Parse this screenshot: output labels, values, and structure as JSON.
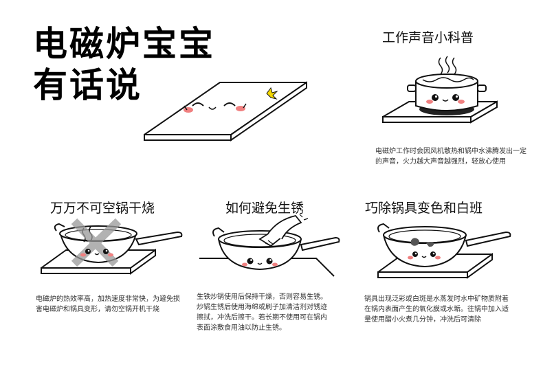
{
  "title": {
    "line1": "电磁炉宝宝",
    "line2": "有话说"
  },
  "sections": {
    "noise": {
      "title": "工作声音小科普",
      "text": "电磁炉工作时会因风机散热和锅中水沸腾发出一定的声音，火力越大声音越强烈，轻放心使用"
    },
    "dry_burn": {
      "title": "万万不可空锅干烧",
      "text": "电磁炉的热效率高，加热速度非常快，为避免损害电磁炉和锅具变形，请勿空锅开机干烧"
    },
    "rust": {
      "title": "如何避免生锈",
      "text": "生铁炒锅使用后保持干燥，否则容易生锈。炒锅生锈后使用海绵或刷子加清洁剂对锈迹擦拭，冲洗后擦干。若长期不使用可在锅内表面涂敷食用油以防止生锈。"
    },
    "stains": {
      "title": "巧除锅具变色和白班",
      "text": "锅具出现泛彩或白斑是水蒸发时水中矿物质附着在锅内表面产生的氧化膜或水垢。往锅中加入适量使用醋小火煮几分钟，冲洗后可清除"
    }
  },
  "colors": {
    "cheek": "#f08080",
    "spark": "#f5d800",
    "cross": "#999999",
    "stain": "#555555"
  }
}
